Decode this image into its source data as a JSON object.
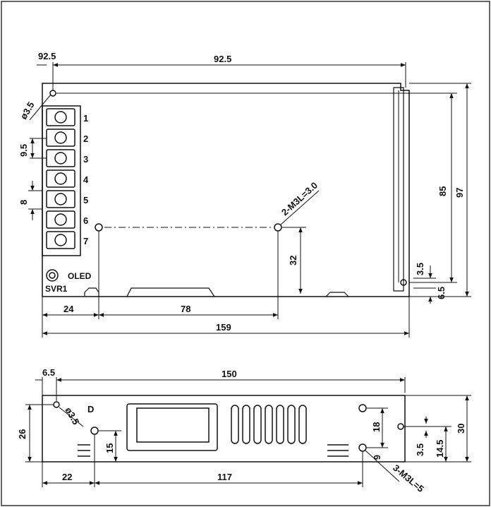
{
  "top_view": {
    "dim_top_left": "92.5",
    "dim_top_width": "92.5",
    "dim_hole_dia": "ø3.5",
    "dim_right_inner_height": "85",
    "dim_right_outer_height": "97",
    "dim_terminal_pitch": "9.5",
    "dim_terminal_size": "8",
    "dim_mount_hole_label": "2-M3L=3.0",
    "dim_mount_height": "32",
    "dim_edge_small": "3.5",
    "dim_edge_bottom": "6.5",
    "dim_left_offset": "24",
    "dim_hole_spacing": "78",
    "dim_total_length": "159",
    "terminal_numbers": [
      "1",
      "2",
      "3",
      "4",
      "5",
      "6",
      "7"
    ],
    "led_label": "OLED",
    "svr_label": "SVR1"
  },
  "side_view": {
    "dim_left_edge": "6.5",
    "dim_width": "150",
    "dim_height_left": "26",
    "dim_hole_dia": "ø3.5",
    "dim_hole_height": "15",
    "dim_d_mark": "D",
    "dim_hole_pair": "18",
    "dim_height_right": "30",
    "dim_right_lower": "14.5",
    "dim_right_small": "3.5",
    "dim_small_gap": "6",
    "dim_mount_label": "3-M3L=5",
    "dim_left_offset": "22",
    "dim_hole_spacing": "117"
  }
}
